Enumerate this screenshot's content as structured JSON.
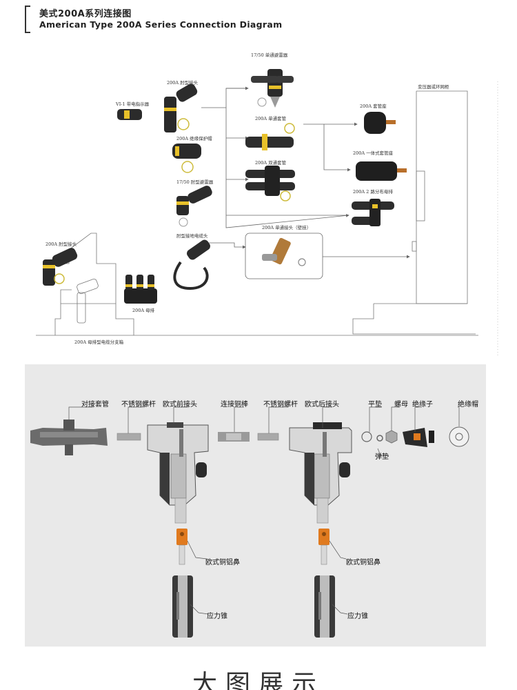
{
  "header": {
    "title_cn": "美式200A系列连接图",
    "title_en": "American Type 200A Series Connection Diagram"
  },
  "top_labels": {
    "arrester_1750_top": "17/50 单通避雷器",
    "elbow_200a": "200A 肘型接头",
    "fault_indicator": "VI-1 带电指示器",
    "single_bushing": "200A 单通套管",
    "insulating_cap": "200A 绝缘保护帽",
    "bushing_well": "200A 套管座",
    "double_bushing": "200A 双通套管",
    "integral_bushing": "200A 一体式套管座",
    "arrester_1750": "17/50 肘型避雷器",
    "two_way_junction": "200A 2 路分布母排",
    "grounding_elbow": "肘型接地电缆头",
    "single_connector_wall": "200A 单通接头（壁挂）",
    "elbow_left": "200A 肘型接头",
    "busbar": "200A 母排",
    "branch_box": "200A 母排型电缆分支箱",
    "transformer": "变压器或环网柜"
  },
  "bottom_labels": {
    "splice": "对接套管",
    "stud_1": "不锈钢螺杆",
    "front_connector": "欧式前接头",
    "copper_rod": "连接铜棒",
    "stud_2": "不锈钢螺杆",
    "rear_connector": "欧式后接头",
    "flat_washer": "平垫",
    "nut": "螺母",
    "insulator": "绝缘子",
    "insulating_cap": "绝缘帽",
    "spring_washer": "弹垫",
    "lug_1": "欧式铜铝鼻",
    "lug_2": "欧式铜铝鼻",
    "stress_cone_1": "应力锥",
    "stress_cone_2": "应力锥"
  },
  "footer": {
    "heading": "大图展示"
  },
  "colors": {
    "panel_bg": "#e9e9e9",
    "accent_yellow": "#e8c12a",
    "copper_orange": "#e07a1f",
    "dark_rubber": "#2a2a2a"
  }
}
